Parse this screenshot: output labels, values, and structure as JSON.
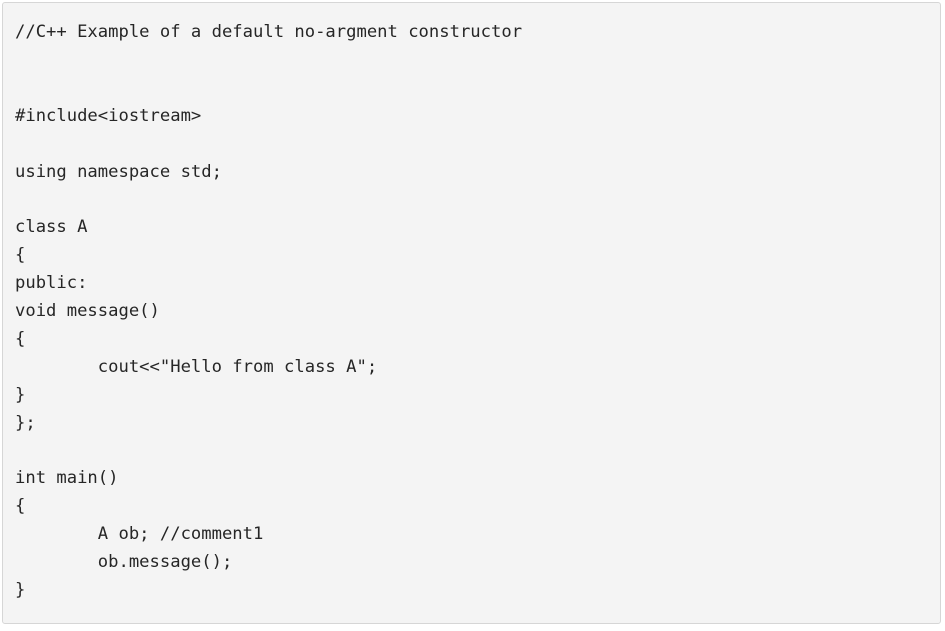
{
  "code": {
    "lines": [
      "//C++ Example of a default no-argment constructor",
      "#include<iostream>",
      "using namespace std;",
      "class A",
      "{",
      "public:",
      "void message()",
      "{",
      "        cout<<\"Hello from class A\";",
      "}",
      "};",
      "int main()",
      "{",
      "        A ob; //comment1",
      "        ob.message();",
      "}"
    ]
  }
}
